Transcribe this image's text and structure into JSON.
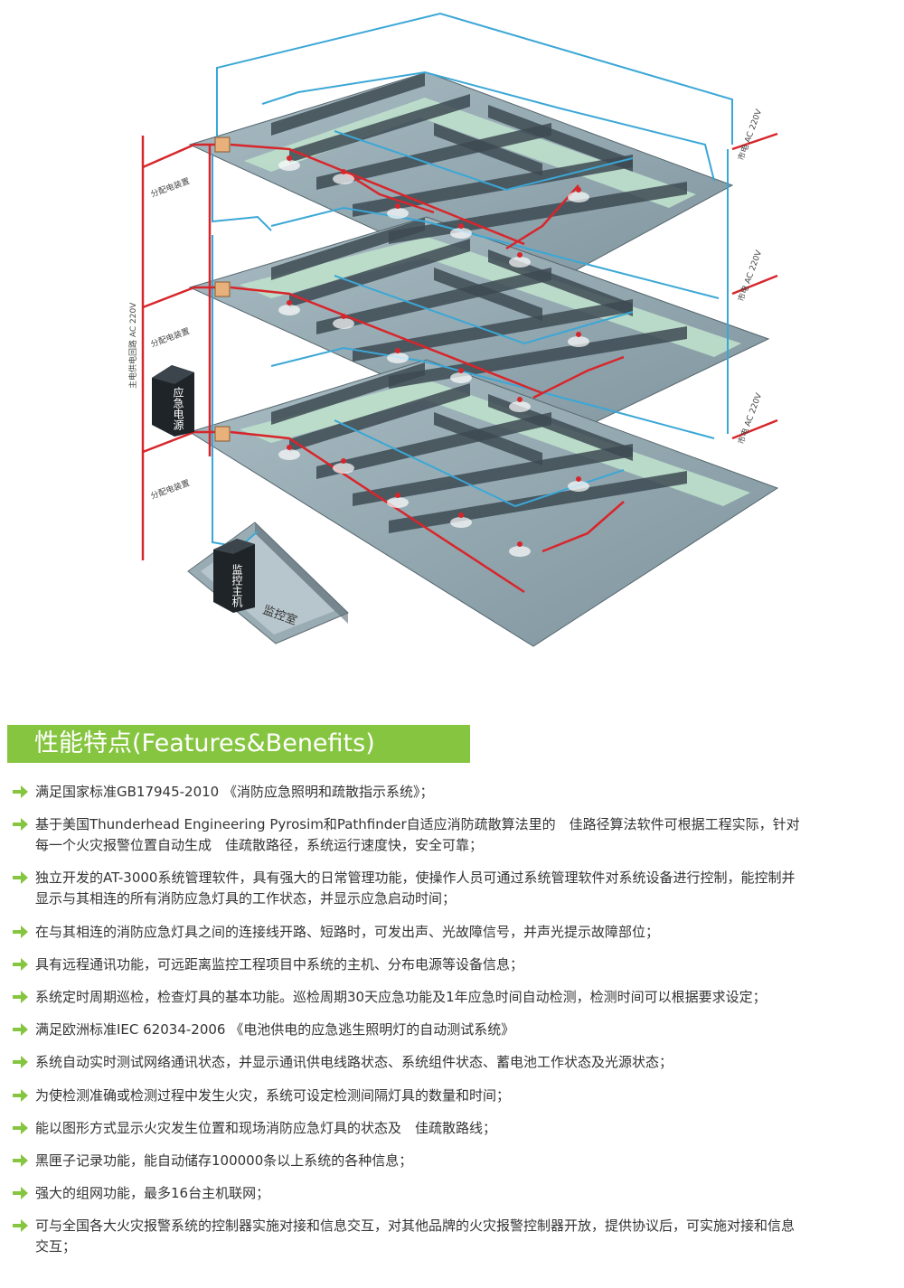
{
  "diagram": {
    "labels": {
      "main_supply": "主电供电回路  AC 220V",
      "city_power": "市电  AC 220V",
      "distribution": "分配电装置",
      "emergency_power": "应急电源",
      "monitor_host": "监控主机",
      "monitor_room": "监控室"
    },
    "colors": {
      "power_line": "#d7262b",
      "signal_line": "#3ba7d6",
      "floor": "#8fa4ad",
      "corridor": "#b9dcc6",
      "wall": "#3d4a52"
    }
  },
  "features": {
    "title": "性能特点(Features&Benefits)",
    "accent_color": "#86c540",
    "items": [
      "满足国家标准GB17945-2010 《消防应急照明和疏散指示系统》；",
      "基于美国Thunderhead Engineering Pyrosim和Pathfinder自适应消防疏散算法里的　佳路径算法软件可根据工程实际，针对每一个火灾报警位置自动生成　佳疏散路径，系统运行速度快，安全可靠；",
      "独立开发的AT-3000系统管理软件，具有强大的日常管理功能，使操作人员可通过系统管理软件对系统设备进行控制，能控制并显示与其相连的所有消防应急灯具的工作状态，并显示应急启动时间；",
      "在与其相连的消防应急灯具之间的连接线开路、短路时，可发出声、光故障信号，并声光提示故障部位；",
      "具有远程通讯功能，可远距离监控工程项目中系统的主机、分布电源等设备信息；",
      "系统定时周期巡检，检查灯具的基本功能。巡检周期30天应急功能及1年应急时间自动检测，检测时间可以根据要求设定；",
      "满足欧洲标准IEC 62034-2006 《电池供电的应急逃生照明灯的自动测试系统》",
      "系统自动实时测试网络通讯状态，并显示通讯供电线路状态、系统组件状态、蓄电池工作状态及光源状态；",
      "为使检测准确或检测过程中发生火灾，系统可设定检测间隔灯具的数量和时间；",
      "能以图形方式显示火灾发生位置和现场消防应急灯具的状态及　佳疏散路线；",
      "黑匣子记录功能，能自动储存100000条以上系统的各种信息；",
      "强大的组网功能，最多16台主机联网；",
      "可与全国各大火灾报警系统的控制器实施对接和信息交互，对其他品牌的火灾报警控制器开放，提供协议后，可实施对接和信息交互；"
    ]
  }
}
